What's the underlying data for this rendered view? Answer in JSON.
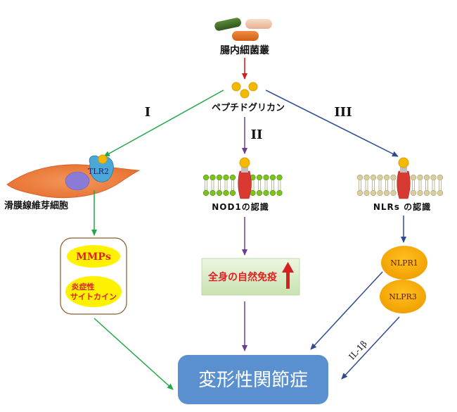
{
  "bacteria_label": "腸内細菌叢",
  "peptidoglycan_label": "ペプチドグリカン",
  "pathways": [
    {
      "numeral": "I",
      "receptor": "TLR2",
      "cell_label": "滑膜線維芽細胞"
    },
    {
      "numeral": "II",
      "label": "NOD1の認識"
    },
    {
      "numeral": "III",
      "label": "NLRs の認識"
    }
  ],
  "mmps_label": "MMPs",
  "cytokine_line1": "炎症性",
  "cytokine_line2": "サイトカイン",
  "immunity_label": "全身の自然免疫",
  "nlrp1_label": "NLPR1",
  "nlrp3_label": "NLPR3",
  "il_label": "IL-1β",
  "outcome_label": "変形性関節症",
  "colors": {
    "green_arrow": "#22a84a",
    "purple_arrow": "#6a3d9a",
    "blue_arrow": "#2e4a8f",
    "red_arrow": "#d42020",
    "outcome_box": "#5a8fd0",
    "yellow": "#fff200",
    "orange_oval": "#f5a800"
  }
}
